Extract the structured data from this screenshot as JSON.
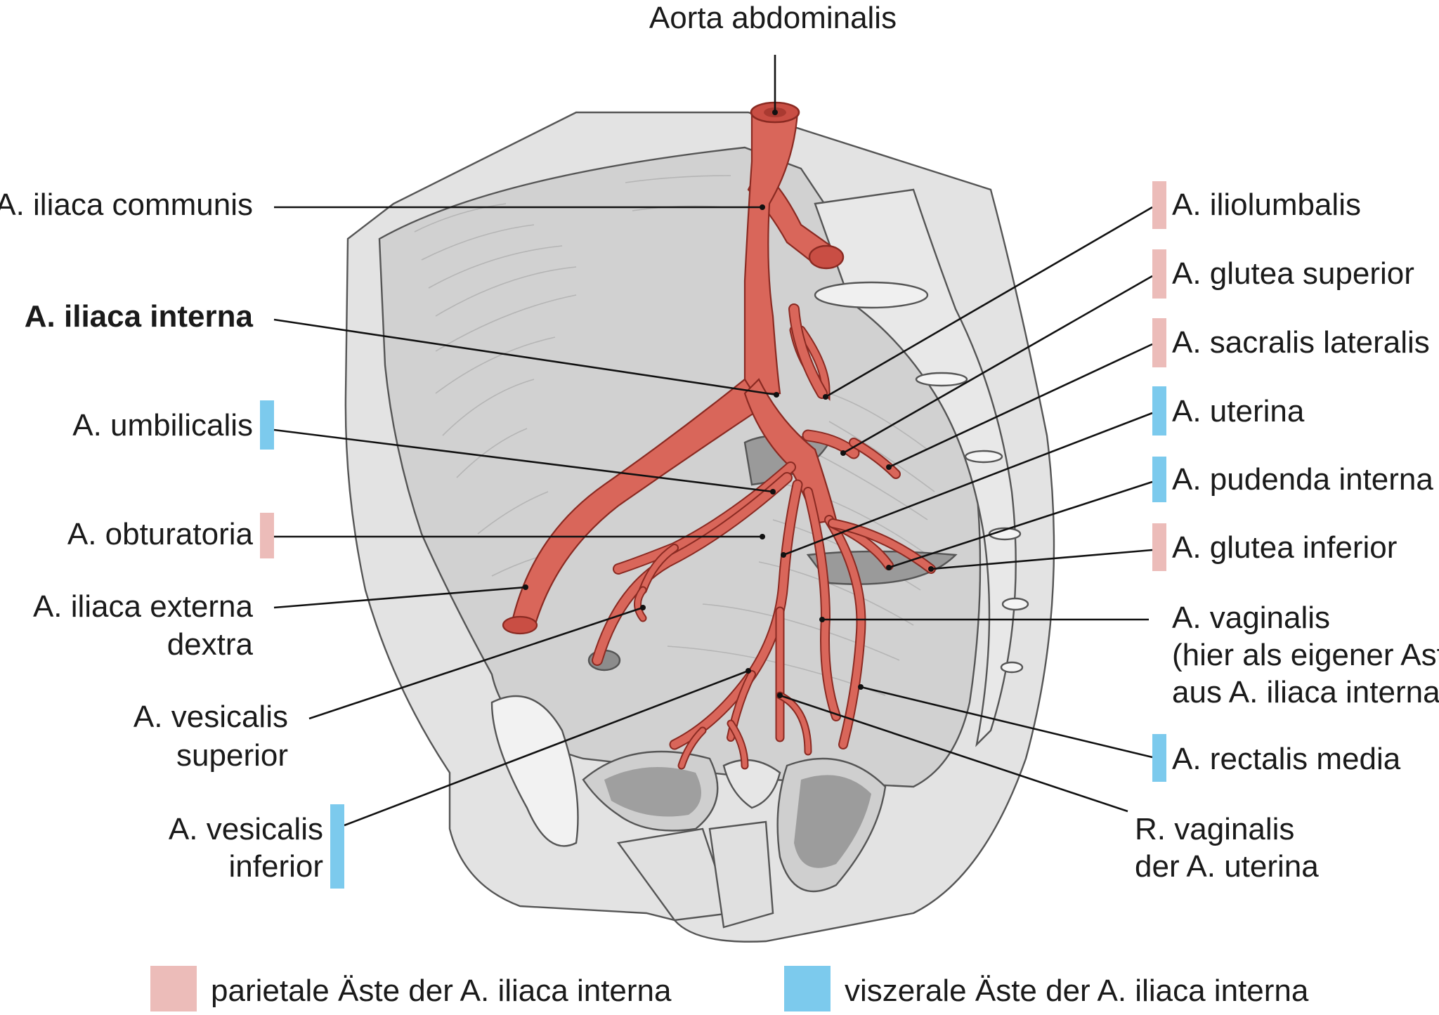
{
  "colors": {
    "parietal": "#ecbcb9",
    "visceral": "#7ccaed",
    "artery": "#d9665a",
    "artery_outline": "#8a2a22",
    "bone": "#e2e2e2",
    "tissue": "#cfcfcf"
  },
  "labels": {
    "aorta": "Aorta abdominalis",
    "iliaca_communis": "A. iliaca communis",
    "iliaca_interna": "A. iliaca interna",
    "umbilicalis": "A. umbilicalis",
    "obturatoria": "A. obturatoria",
    "iliaca_externa_l1": "A. iliaca externa",
    "iliaca_externa_l2": "dextra",
    "vesicalis_superior_l1": "A. vesicalis",
    "vesicalis_superior_l2": "superior",
    "vesicalis_inferior_l1": "A. vesicalis",
    "vesicalis_inferior_l2": "inferior",
    "iliolumbalis": "A. iliolumbalis",
    "glutea_superior": "A. glutea superior",
    "sacralis_lateralis": "A. sacralis lateralis",
    "uterina": "A. uterina",
    "pudenda_interna": "A. pudenda interna",
    "glutea_inferior": "A. glutea inferior",
    "vaginalis_l1": "A. vaginalis",
    "vaginalis_l2": "(hier als eigener Ast",
    "vaginalis_l3": "aus A. iliaca interna)",
    "rectalis_media": "A. rectalis media",
    "r_vaginalis_l1": "R. vaginalis",
    "r_vaginalis_l2": "der A. uterina"
  },
  "legend": {
    "parietal": "parietale Äste der A. iliaca interna",
    "visceral": "viszerale Äste der A. iliaca interna"
  }
}
